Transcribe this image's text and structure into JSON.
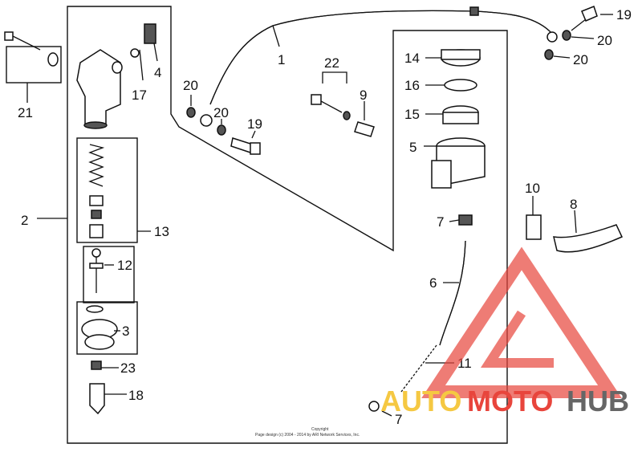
{
  "callouts": {
    "p1": "1",
    "p2": "2",
    "p3": "3",
    "p4": "4",
    "p5": "5",
    "p6": "6",
    "p7a": "7",
    "p7b": "7",
    "p8": "8",
    "p9": "9",
    "p10": "10",
    "p11": "11",
    "p12": "12",
    "p13": "13",
    "p14": "14",
    "p15": "15",
    "p16": "16",
    "p17": "17",
    "p18": "18",
    "p19a": "19",
    "p19b": "19",
    "p20a": "20",
    "p20b": "20",
    "p20c": "20",
    "p20d": "20",
    "p21": "21",
    "p22": "22",
    "p23": "23"
  },
  "copyright": {
    "line1": "Copyright",
    "line2": "Page design (c) 2004 - 2014 by ARI Network Services, Inc."
  },
  "watermark": {
    "auto": "AUTO",
    "moto": "MOTO",
    "hub": "HUB",
    "colors": {
      "auto": "#f5c842",
      "moto": "#e8453c",
      "hub": "#666666",
      "triangle": "#e8453c"
    }
  }
}
